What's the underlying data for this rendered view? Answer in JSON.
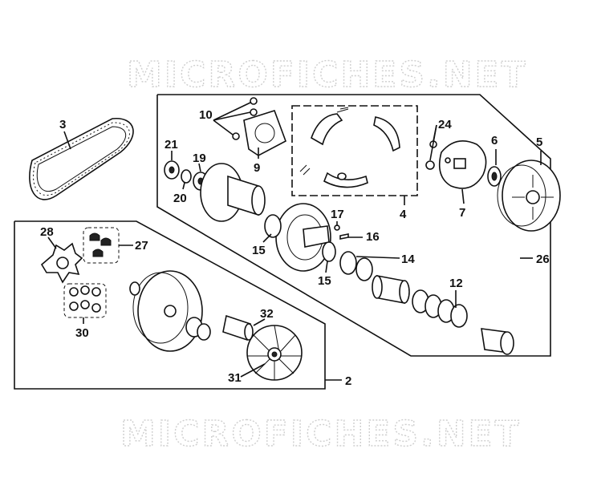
{
  "watermark": {
    "top": "MICROFICHES.NET",
    "bottom": "MICROFICHES.NET"
  },
  "callouts": {
    "c2": "2",
    "c3": "3",
    "c4": "4",
    "c5": "5",
    "c6": "6",
    "c7": "7",
    "c9": "9",
    "c10": "10",
    "c12": "12",
    "c14": "14",
    "c15a": "15",
    "c15b": "15",
    "c16": "16",
    "c17": "17",
    "c19": "19",
    "c20": "20",
    "c21": "21",
    "c24": "24",
    "c26": "26",
    "c27": "27",
    "c28": "28",
    "c30": "30",
    "c31": "31",
    "c32": "32"
  }
}
